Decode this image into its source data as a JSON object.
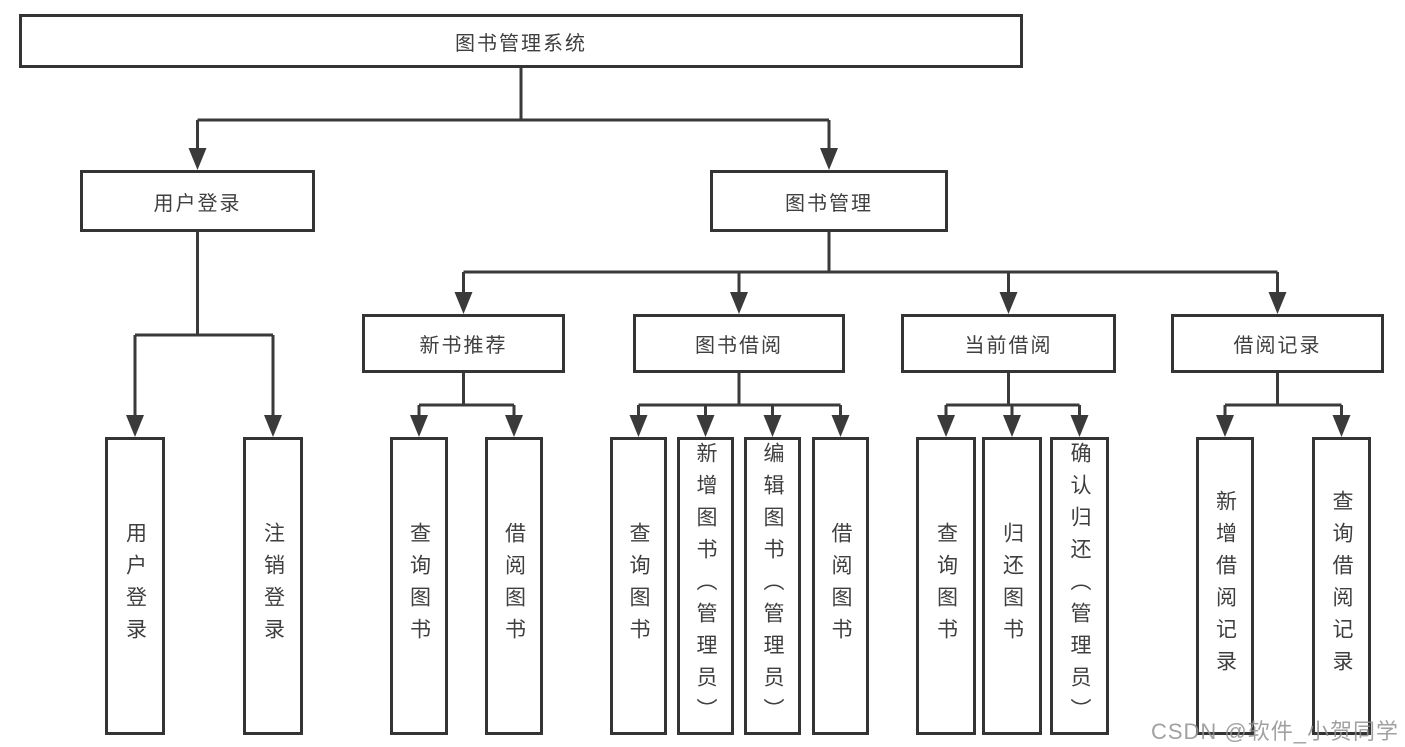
{
  "tree": {
    "root": {
      "label": "图书管理系统"
    },
    "branches": [
      {
        "label": "用户登录",
        "children": [
          {
            "label": "用户登录"
          },
          {
            "label": "注销登录"
          }
        ]
      },
      {
        "label": "图书管理",
        "sections": [
          {
            "label": "新书推荐",
            "children": [
              {
                "label": "查询图书"
              },
              {
                "label": "借阅图书"
              }
            ]
          },
          {
            "label": "图书借阅",
            "children": [
              {
                "label": "查询图书"
              },
              {
                "label": "新增图书（管理员）"
              },
              {
                "label": "编辑图书（管理员）"
              },
              {
                "label": "借阅图书"
              }
            ]
          },
          {
            "label": "当前借阅",
            "children": [
              {
                "label": "查询图书"
              },
              {
                "label": "归还图书"
              },
              {
                "label": "确认归还（管理员）"
              }
            ]
          },
          {
            "label": "借阅记录",
            "children": [
              {
                "label": "新增借阅记录"
              },
              {
                "label": "查询借阅记录"
              }
            ]
          }
        ]
      }
    ]
  },
  "watermark": {
    "text": "CSDN @软件_小贺同学"
  },
  "colors": {
    "line": "#3a3a3a",
    "box_border": "#343434",
    "text": "#3f3f3f",
    "background": "#ffffff",
    "watermark": "#919191"
  }
}
